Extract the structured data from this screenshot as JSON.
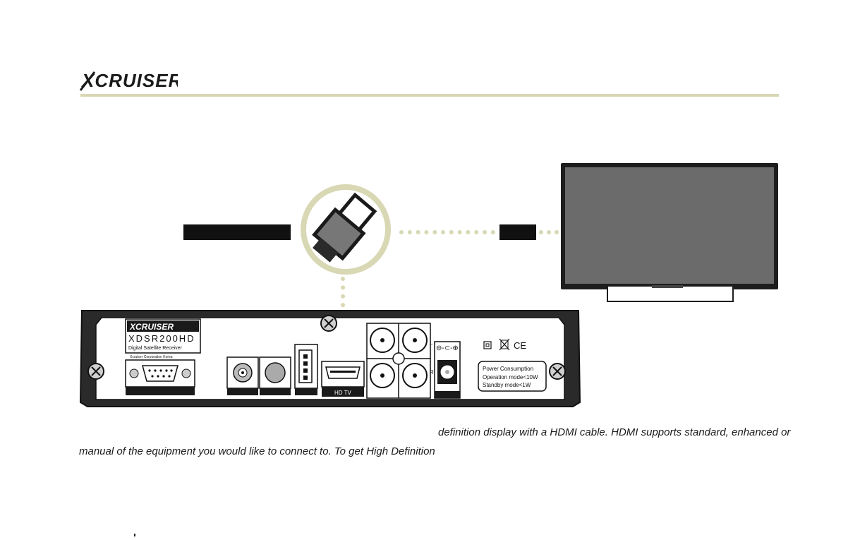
{
  "header": {
    "logo_text": "XCRUISER"
  },
  "receiver": {
    "logo_text": "XCRUISER",
    "model": "XDSR200HD",
    "subtitle": "Digital Satellite Receiver",
    "maker": "Xcruiser Corporation Korea",
    "hdmi_label": "HD TV",
    "audio_left": "L",
    "audio_right": "R",
    "power_title": "Power Consumption",
    "power_operation": "Operation mode<10W",
    "power_standby": "Standby mode<1W",
    "ce_mark": "CE"
  },
  "body_text": {
    "line1": "definition display with a HDMI cable. HDMI supports standard, enhanced or",
    "line2": "manual of the equipment you would like to connect to. To get High Definition"
  },
  "colors": {
    "accent_rule": "#d9d8b4",
    "tv_screen": "#6b6b6b",
    "device_body": "#1f1f1f",
    "panel": "#ffffff"
  },
  "icons": [
    "hdmi-plug-icon",
    "tv-icon",
    "screw-icon",
    "double-insulation-icon",
    "weee-bin-icon"
  ]
}
